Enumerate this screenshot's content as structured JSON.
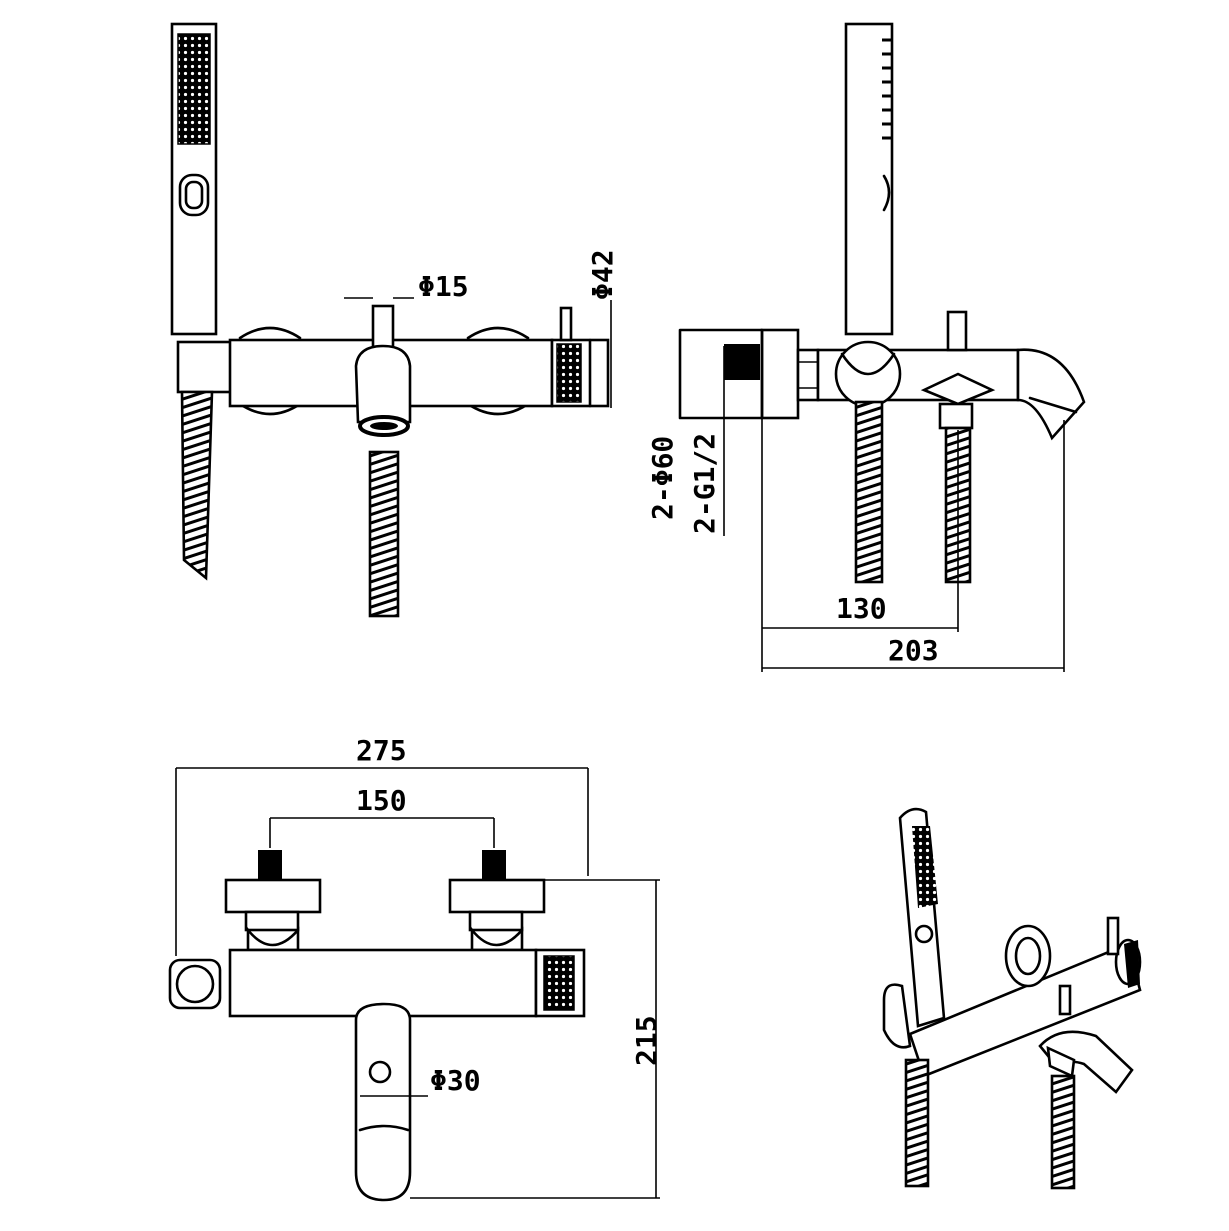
{
  "drawing": {
    "dimensions": {
      "d15": "Φ15",
      "d42": "Φ42",
      "d60": "2-Φ60",
      "g12": "2-G1/2",
      "d130": "130",
      "d203": "203",
      "d275": "275",
      "d150": "150",
      "d215": "215",
      "d30": "Φ30"
    },
    "views": [
      "front-view",
      "side-view",
      "top-view",
      "isometric-view"
    ],
    "colors": {
      "line": "#000000",
      "background": "#ffffff"
    }
  }
}
